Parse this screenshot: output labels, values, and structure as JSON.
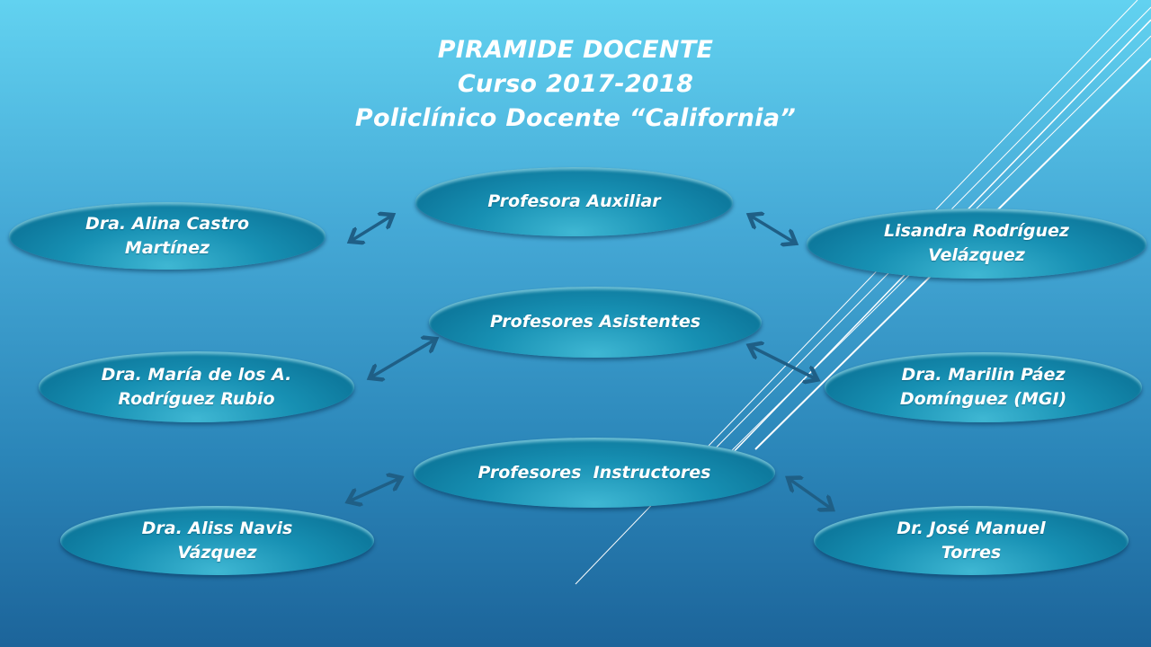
{
  "title": {
    "line1": "PIRAMIDE DOCENTE",
    "line2": "Curso 2017-2018",
    "line3": "Policlínico Docente “California”"
  },
  "categories": [
    {
      "label": "Profesora Auxiliar",
      "left": {
        "line1": "Dra. Alina Castro",
        "line2": "Martínez"
      },
      "right": {
        "line1": "Lisandra Rodríguez",
        "line2": "Velázquez"
      }
    },
    {
      "label": "Profesores Asistentes",
      "left": {
        "line1": "Dra. María de los A.",
        "line2": "Rodríguez Rubio"
      },
      "right": {
        "line1": "Dra. Marilin Páez",
        "line2": "Domínguez (MGI)"
      }
    },
    {
      "label": "Profesores  Instructores",
      "left": {
        "line1": "Dra. Aliss Navis",
        "line2": "Vázquez"
      },
      "right": {
        "line1": "Dr. José Manuel",
        "line2": "Torres"
      }
    }
  ],
  "colors": {
    "arrow": "#1f5f86",
    "node": "#1790b3"
  }
}
